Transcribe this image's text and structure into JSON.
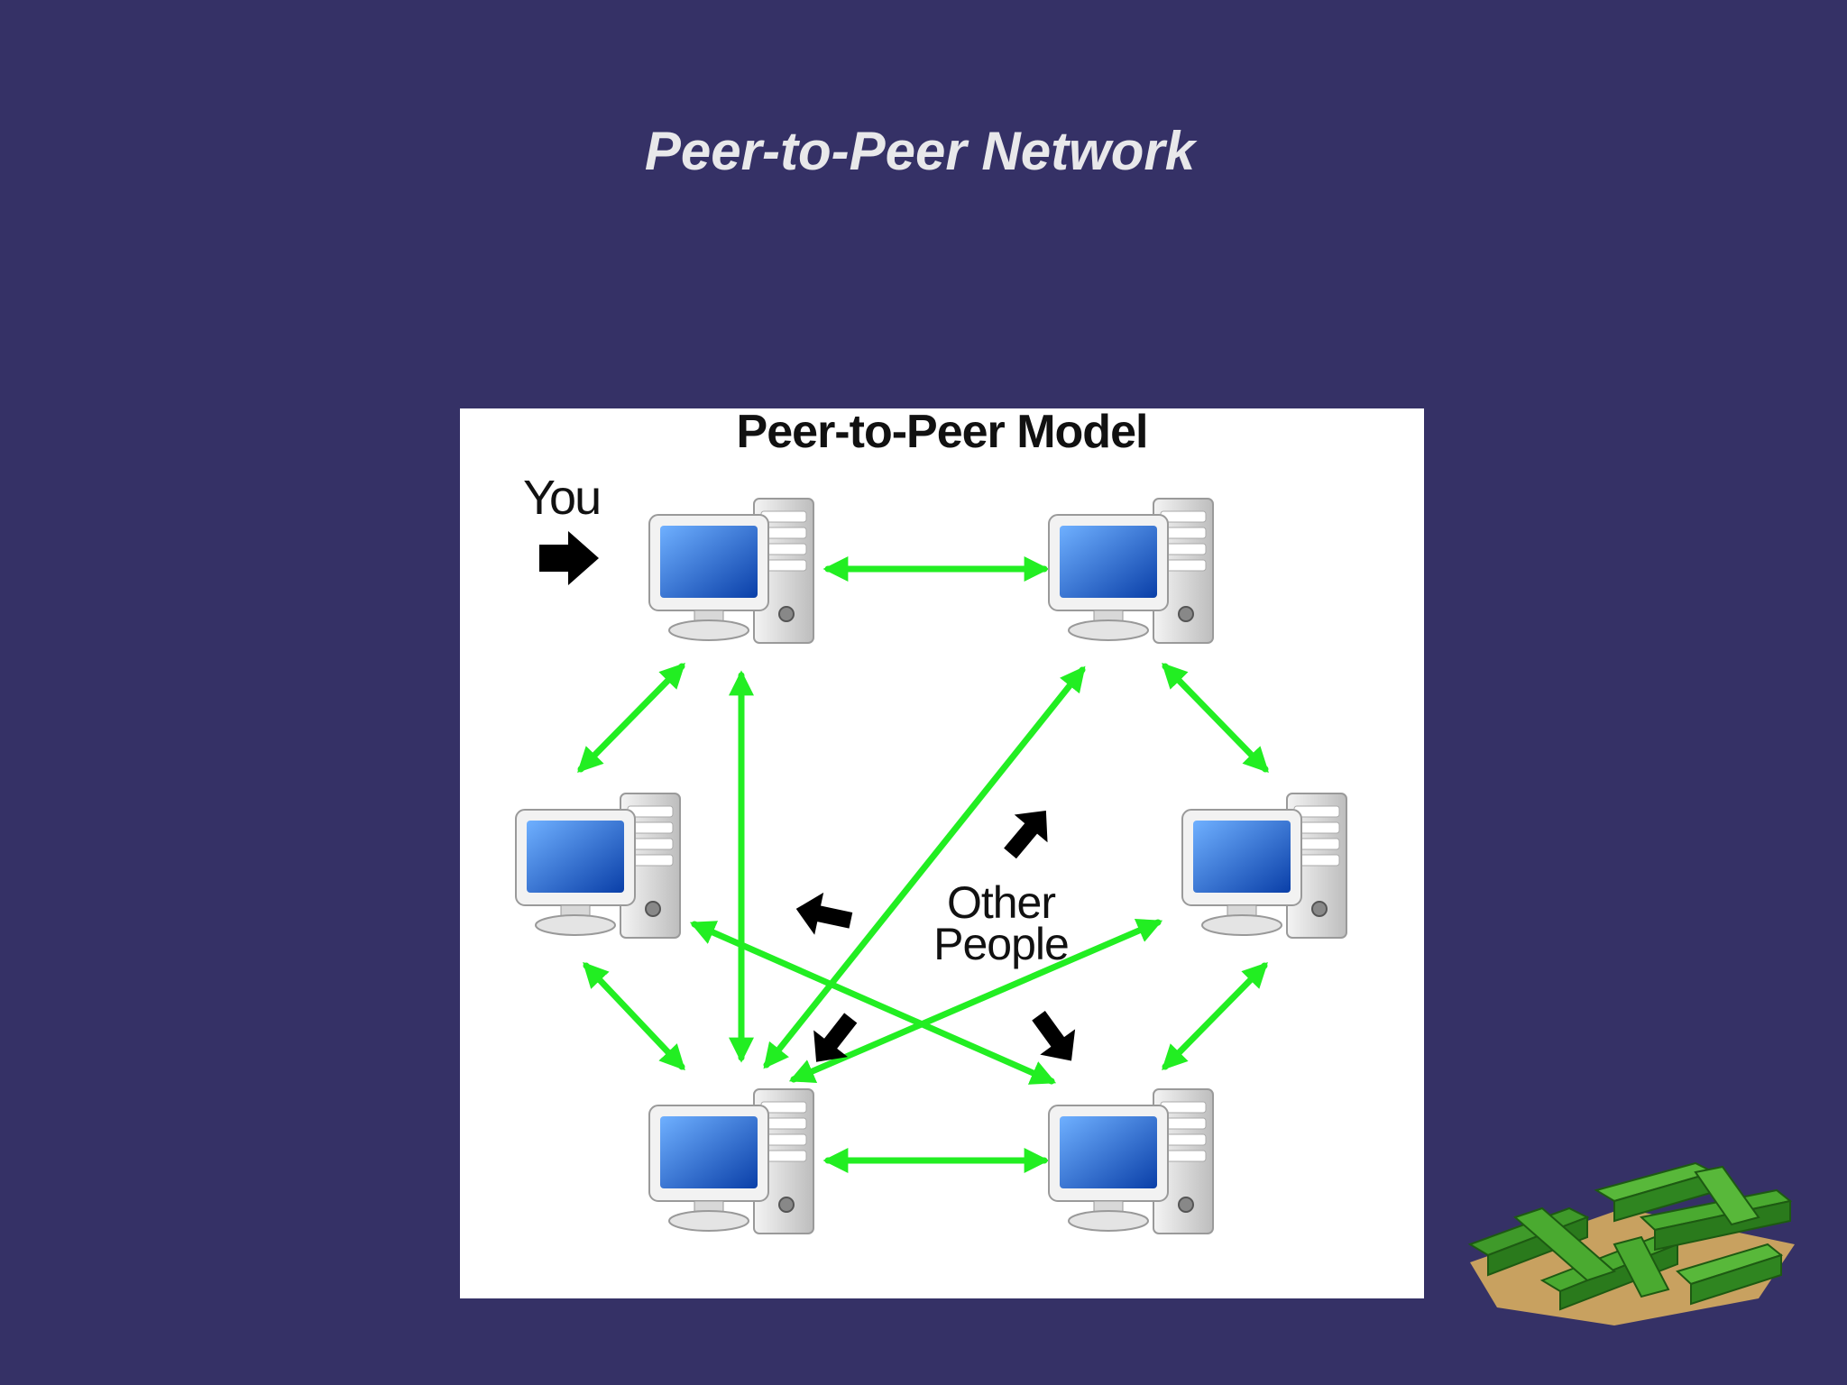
{
  "slide": {
    "title": "Peer-to-Peer Network"
  },
  "diagram": {
    "heading": "Peer-to-Peer Model",
    "you_label": "You",
    "others_label_line1": "Other",
    "others_label_line2": "People",
    "nodes": [
      "computer-top-left",
      "computer-top-right",
      "computer-mid-left",
      "computer-mid-right",
      "computer-bottom-left",
      "computer-bottom-right"
    ],
    "colors": {
      "connection": "#22ee22",
      "pointer": "#000000",
      "screen": "#1a5fd0",
      "background": "#353166"
    }
  },
  "decoration": {
    "icon": "maze-icon"
  }
}
